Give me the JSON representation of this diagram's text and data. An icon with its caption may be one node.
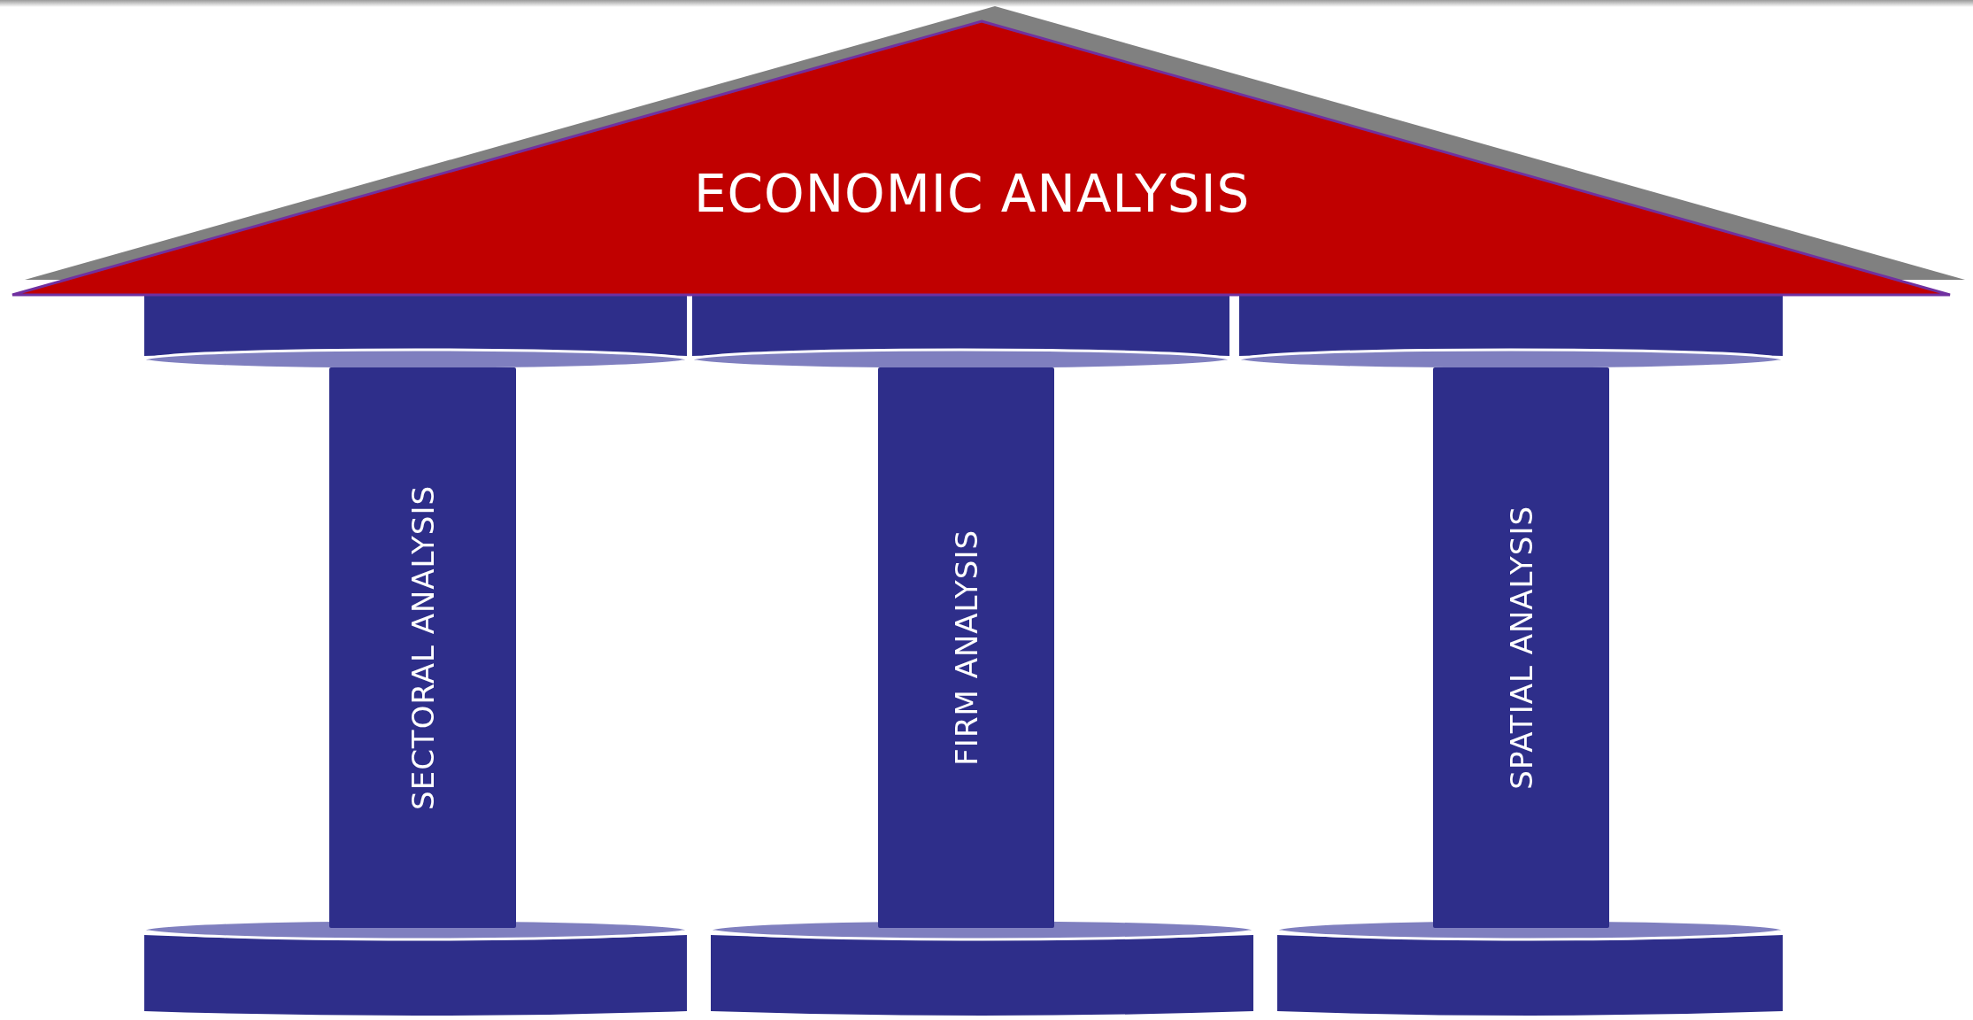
{
  "diagram": {
    "nodes": [
      {
        "text": [
          "ECONOMIC ANALYSIS"
        ]
      },
      {
        "text": [
          "SECTORAL ANALYSIS"
        ]
      },
      {
        "text": [
          "FIRM ANALYSIS"
        ]
      },
      {
        "text": [
          "SPATIAL ANALYSIS"
        ]
      }
    ]
  }
}
